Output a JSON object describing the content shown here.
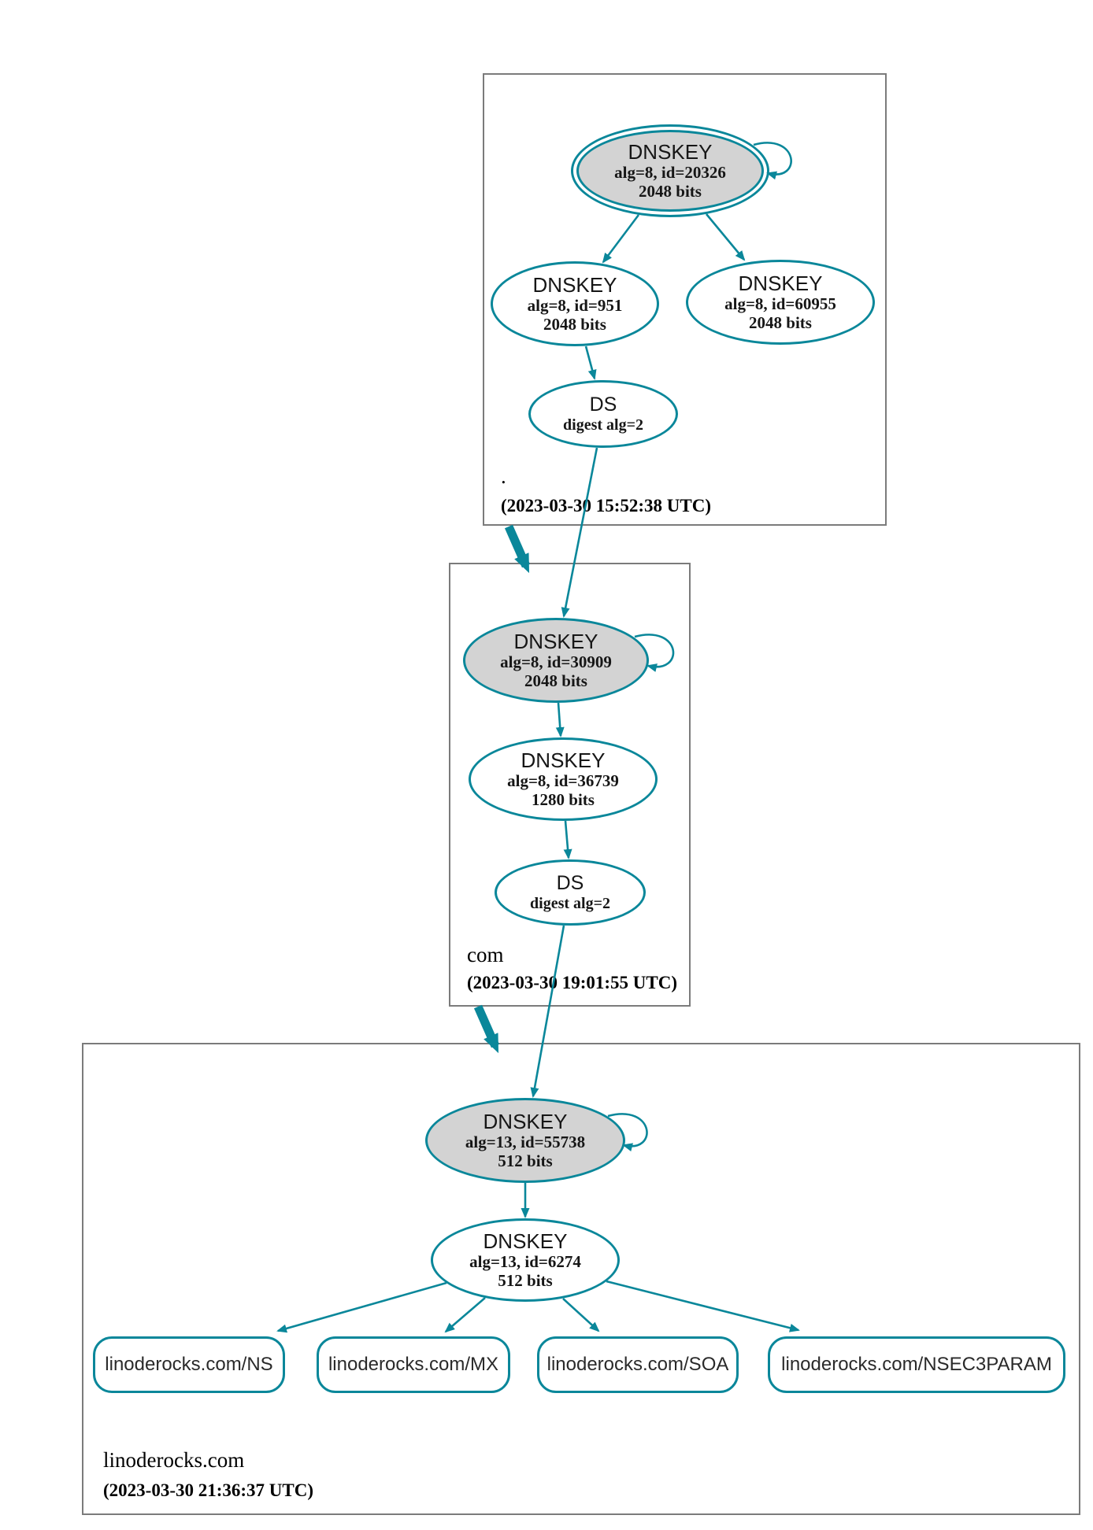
{
  "diagram": {
    "kind": "DNSSEC authentication chain (DNSViz graph)",
    "colors": {
      "secure_edge": "#0a879a",
      "ksk_node_fill": "#d3d3d3",
      "zone_box_border": "#7b7b7b",
      "text": "#161616",
      "background": "#ffffff"
    },
    "zones": [
      {
        "label": ".",
        "timestamp": "(2023-03-30 15:52:38 UTC)",
        "nodes": {
          "ksk": {
            "title": "DNSKEY",
            "detail": "alg=8, id=20326",
            "size": "2048 bits"
          },
          "zsk": {
            "title": "DNSKEY",
            "detail": "alg=8, id=951",
            "size": "2048 bits"
          },
          "zsk2": {
            "title": "DNSKEY",
            "detail": "alg=8, id=60955",
            "size": "2048 bits"
          },
          "ds": {
            "title": "DS",
            "detail": "digest alg=2"
          }
        }
      },
      {
        "label": "com",
        "timestamp": "(2023-03-30 19:01:55 UTC)",
        "nodes": {
          "ksk": {
            "title": "DNSKEY",
            "detail": "alg=8, id=30909",
            "size": "2048 bits"
          },
          "zsk": {
            "title": "DNSKEY",
            "detail": "alg=8, id=36739",
            "size": "1280 bits"
          },
          "ds": {
            "title": "DS",
            "detail": "digest alg=2"
          }
        }
      },
      {
        "label": "linoderocks.com",
        "timestamp": "(2023-03-30 21:36:37 UTC)",
        "nodes": {
          "ksk": {
            "title": "DNSKEY",
            "detail": "alg=13, id=55738",
            "size": "512 bits"
          },
          "zsk": {
            "title": "DNSKEY",
            "detail": "alg=13, id=6274",
            "size": "512 bits"
          }
        },
        "rrsets": [
          {
            "label": "linoderocks.com/NS"
          },
          {
            "label": "linoderocks.com/MX"
          },
          {
            "label": "linoderocks.com/SOA"
          },
          {
            "label": "linoderocks.com/NSEC3PARAM"
          }
        ]
      }
    ]
  }
}
